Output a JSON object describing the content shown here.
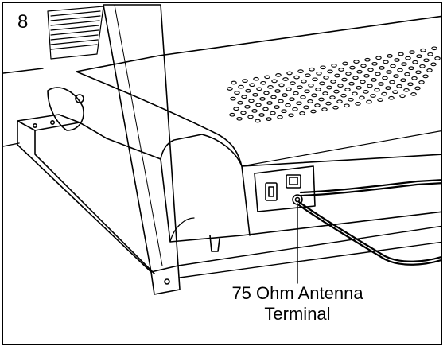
{
  "figure": {
    "step_number": "8",
    "callout_line1": "75 Ohm Antenna",
    "callout_line2": "Terminal"
  }
}
